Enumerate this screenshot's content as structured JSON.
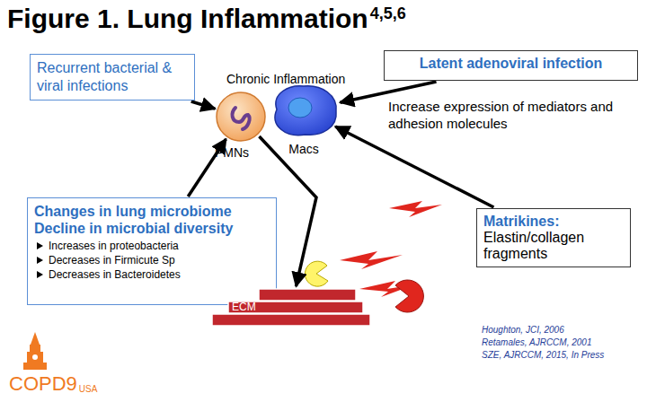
{
  "diagram": {
    "title": "Figure 1. Lung Inflammation",
    "nodes": [
      {
        "text": [
          "Recurrent bacterial & viral infections"
        ]
      },
      {
        "text": [
          "Latent adenoviral infection"
        ]
      },
      {
        "text": [
          "PMNs"
        ]
      },
      {
        "text": [
          "Macs"
        ]
      },
      {
        "text": [
          "Changes in lung microbiome Decline in microbial diversity",
          "Increases in proteobacteria",
          "Decreases in Firmicute Sp",
          "Decreases in Bacteroidetes"
        ]
      },
      {
        "text": [
          "Matrikines:",
          "Elastin/collagen fragments"
        ]
      },
      {
        "text": [
          "ECM"
        ]
      }
    ],
    "edges": [
      {
        "from": 0,
        "to": 2,
        "arrow": "to"
      },
      {
        "from": 4,
        "to": 2,
        "arrow": "to"
      },
      {
        "from": 1,
        "to": 3,
        "arrow": "to"
      },
      {
        "from": 5,
        "to": 3,
        "arrow": "to"
      },
      {
        "from": 2,
        "to": 6,
        "arrow": "to"
      }
    ],
    "labels": [
      "4,5,6",
      "Chronic Inflammation",
      "Increase expression of mediators and adhesion molecules",
      "Houghton, JCI, 2006",
      "Retamales, AJRCCM, 2001",
      "SZE, AJRCCM, 2015, In Press",
      "COPD9",
      "USA"
    ]
  }
}
